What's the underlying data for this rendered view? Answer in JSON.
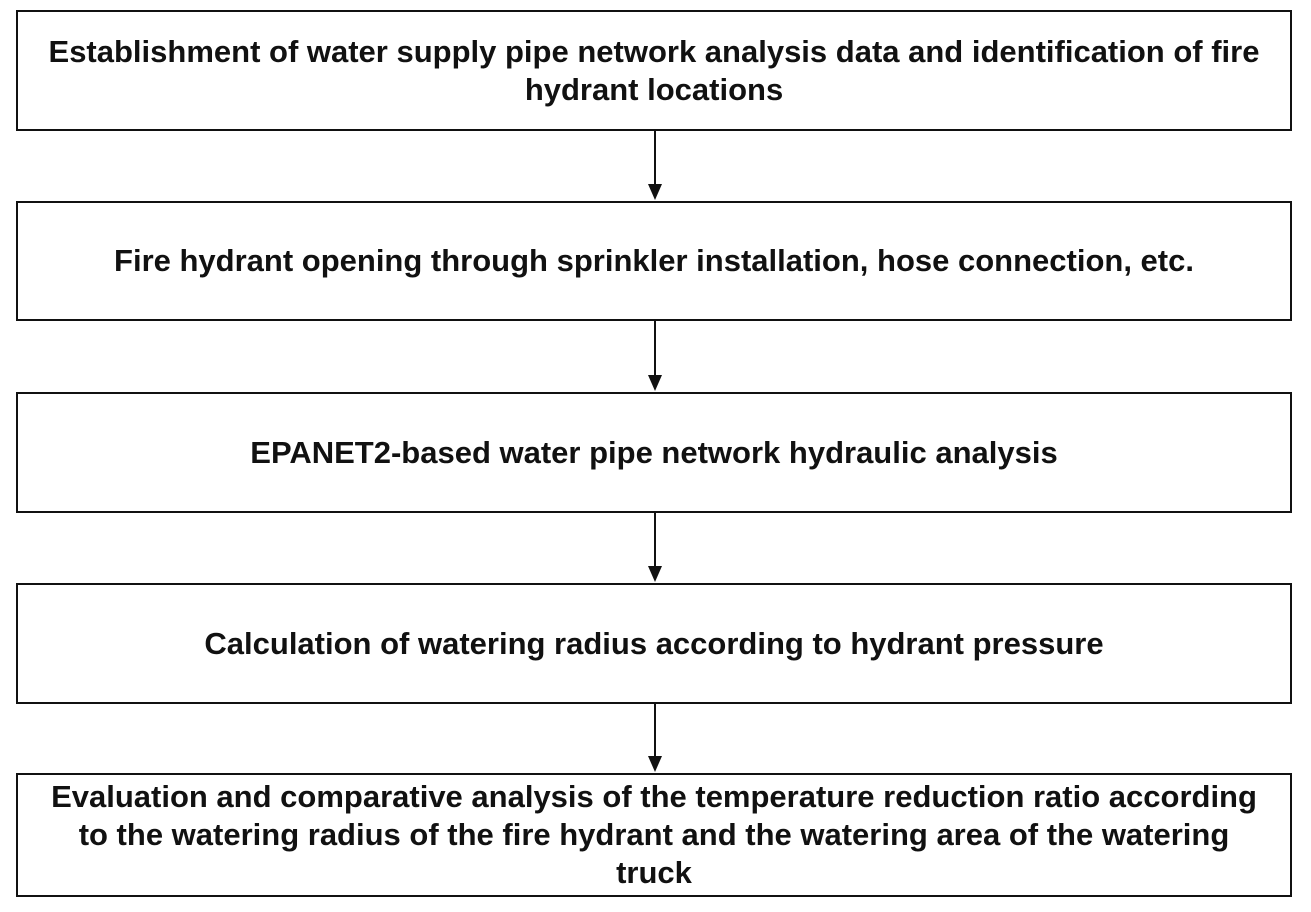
{
  "steps": [
    {
      "label": "Establishment of water supply pipe network analysis data and identification of fire hydrant locations"
    },
    {
      "label": "Fire hydrant opening through sprinkler installation, hose connection, etc."
    },
    {
      "label": "EPANET2-based water pipe network hydraulic analysis"
    },
    {
      "label": "Calculation of watering radius according to hydrant pressure"
    },
    {
      "label": "Evaluation and comparative analysis of the temperature reduction ratio according to the watering radius of the fire hydrant and the watering area of the watering truck"
    }
  ],
  "colors": {
    "line": "#111111",
    "background": "#ffffff"
  }
}
